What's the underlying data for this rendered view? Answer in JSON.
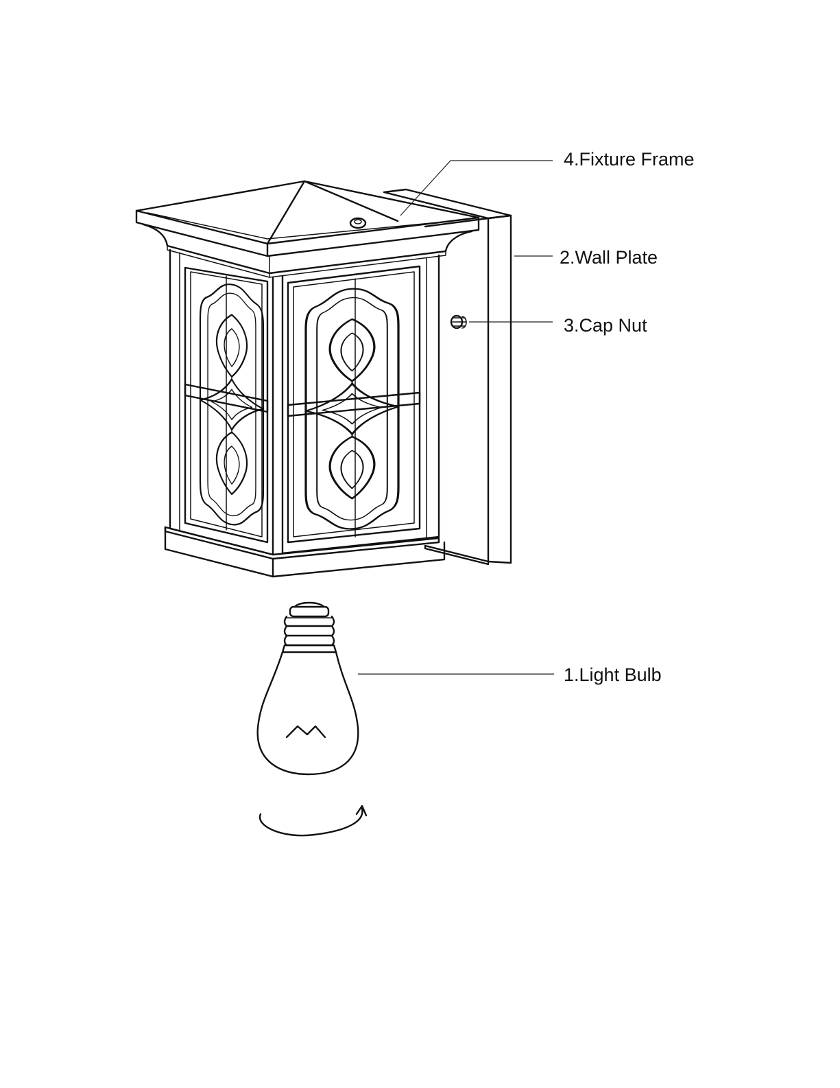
{
  "labels": {
    "fixture_frame": "4.Fixture Frame",
    "wall_plate": "2.Wall Plate",
    "cap_nut": "3.Cap Nut",
    "light_bulb": "1.Light Bulb"
  },
  "colors": {
    "line": "#111111",
    "background": "#ffffff"
  }
}
